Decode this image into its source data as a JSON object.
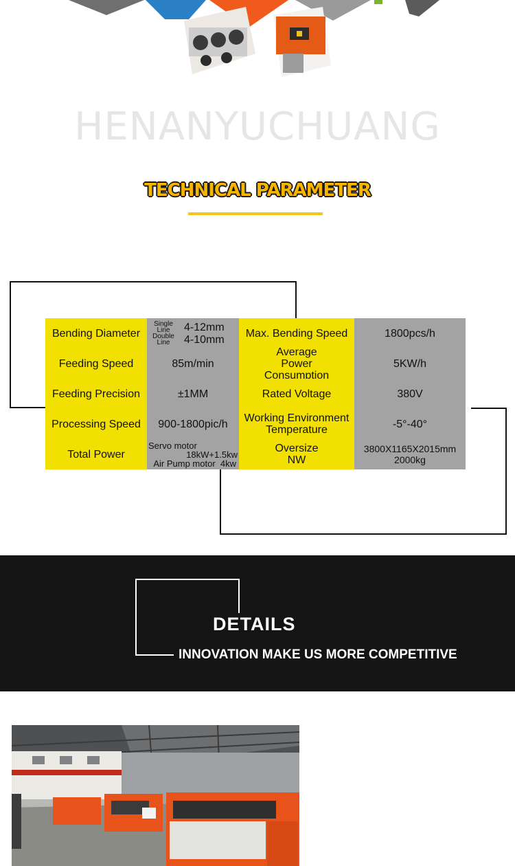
{
  "brand": {
    "watermark": "HENANYUCHUANG"
  },
  "section_tech": {
    "title": "TECHNICAL PARAMETER"
  },
  "params": {
    "left": [
      {
        "label": "Bending Diameter",
        "single_label": "Single Line",
        "single_value": "4-12mm",
        "double_label": "Double Line",
        "double_value": "4-10mm"
      },
      {
        "label": "Feeding Speed",
        "value": "85m/min"
      },
      {
        "label": "Feeding Precision",
        "value": "±1MM"
      },
      {
        "label": "Processing Speed",
        "value": "900-1800pic/h"
      },
      {
        "label": "Total Power",
        "line1": "Servo motor",
        "line2": "18kW+1.5kw",
        "line3": "Air Pump motor  4kw"
      }
    ],
    "right": [
      {
        "label": "Max. Bending Speed",
        "value": "1800pcs/h"
      },
      {
        "label": "Average Power Consumption",
        "value": "5KW/h"
      },
      {
        "label": "Rated Voltage",
        "value": "380V"
      },
      {
        "label": "Working Environment Temperature",
        "value": "-5°-40°"
      },
      {
        "label_line1": "Oversize",
        "label_line2": "NW",
        "value_line1": "3800X1165X2015mm",
        "value_line2": "2000kg"
      }
    ]
  },
  "details": {
    "title": "DETAILS",
    "subtitle": "INNOVATION MAKE US MORE COMPETITIVE"
  },
  "colors": {
    "accent_yellow": "#f1e000",
    "heading_gold": "#f7b500",
    "cell_gray": "#a3a3a3",
    "machine_orange": "#e8531c",
    "band_dark": "#141414"
  }
}
